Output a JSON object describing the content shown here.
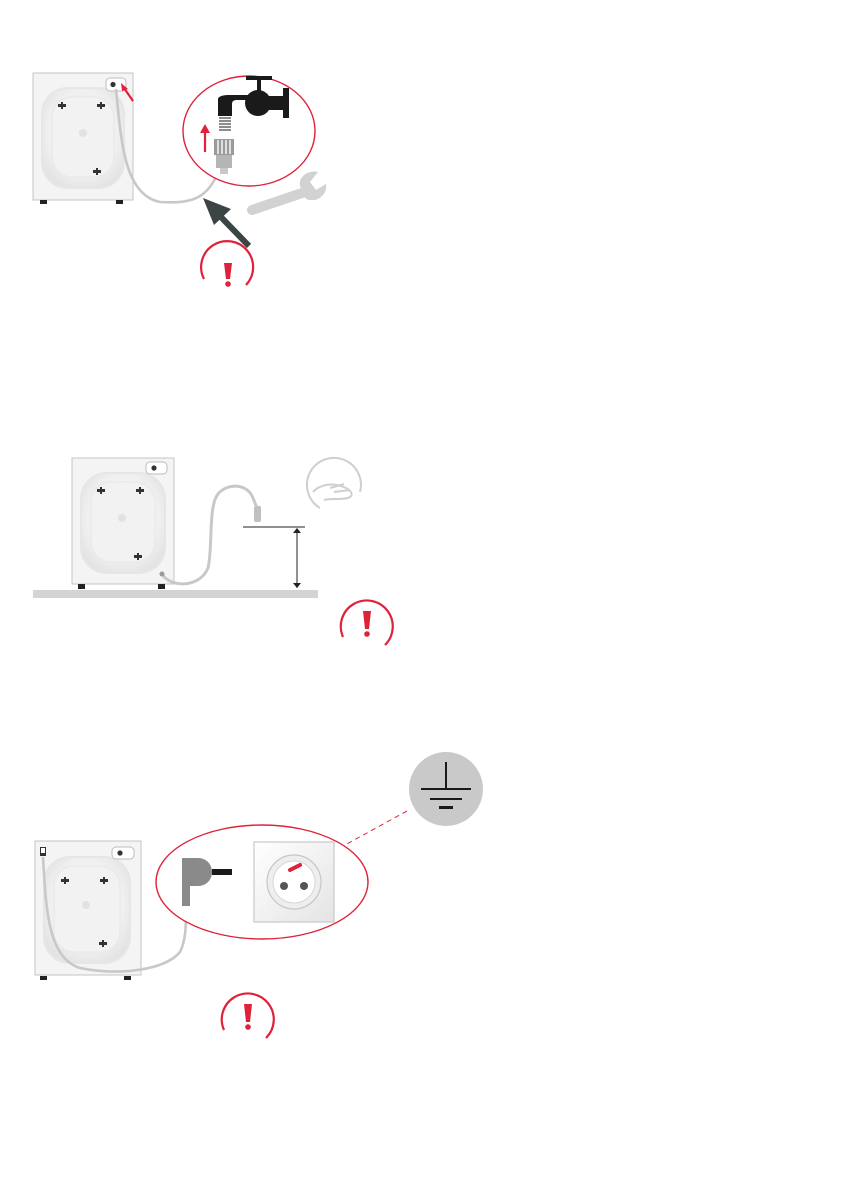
{
  "page": {
    "background": "#ffffff"
  },
  "colors": {
    "warning_red": "#e0213a",
    "hose_gray": "#c8c8c8",
    "faucet_black": "#1a1a1a",
    "tool_gray": "#d2d2d2",
    "arrow_dark": "#3b4545",
    "ground_disc": "#c9c9c9",
    "floor_gray": "#d4d4d4",
    "plug_gray": "#8a8a8a"
  },
  "icons": {
    "warning": "exclamation-in-circle",
    "tool": "wrench",
    "hand": "hand-in-circle",
    "ground": "earth-ground-symbol"
  },
  "sections": [
    {
      "id": "water-inlet",
      "shows": [
        "washing-machine-back",
        "inlet-hose",
        "water-tap",
        "wrench",
        "warning"
      ]
    },
    {
      "id": "drain-hose-height",
      "shows": [
        "washing-machine-back",
        "drain-hose",
        "height-dimension",
        "hand",
        "warning"
      ]
    },
    {
      "id": "electrical-connection",
      "shows": [
        "washing-machine-back",
        "power-plug",
        "grounded-socket",
        "ground-symbol",
        "warning"
      ]
    }
  ]
}
